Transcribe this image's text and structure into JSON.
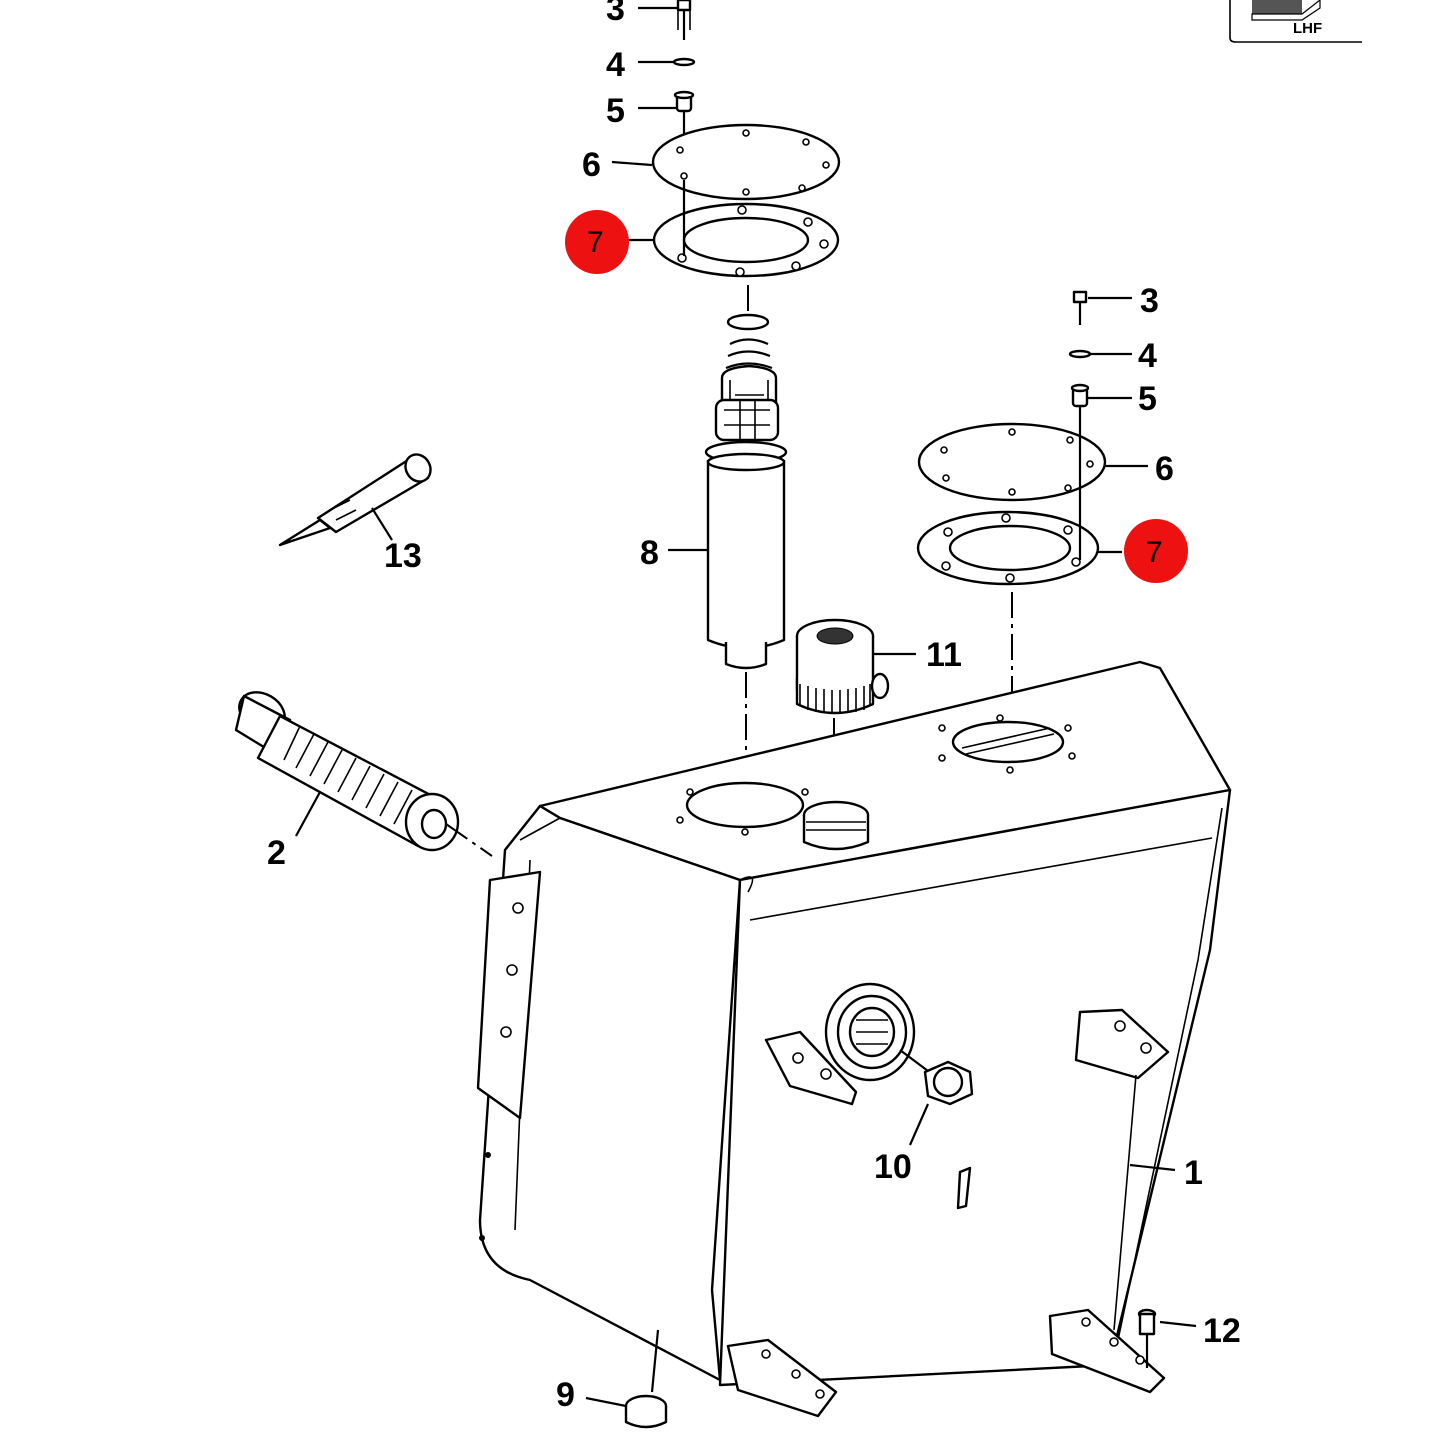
{
  "inset": {
    "label": "LHF"
  },
  "labels": {
    "l1": "1",
    "l2": "2",
    "l3a": "3",
    "l3b": "3",
    "l4a": "4",
    "l4b": "4",
    "l5a": "5",
    "l5b": "5",
    "l6a": "6",
    "l6b": "6",
    "l7a": "7",
    "l7b": "7",
    "l8": "8",
    "l9": "9",
    "l10": "10",
    "l11": "11",
    "l12": "12",
    "l13": "13"
  },
  "colors": {
    "highlight": "#ee1111",
    "line": "#000000",
    "background": "#ffffff"
  }
}
